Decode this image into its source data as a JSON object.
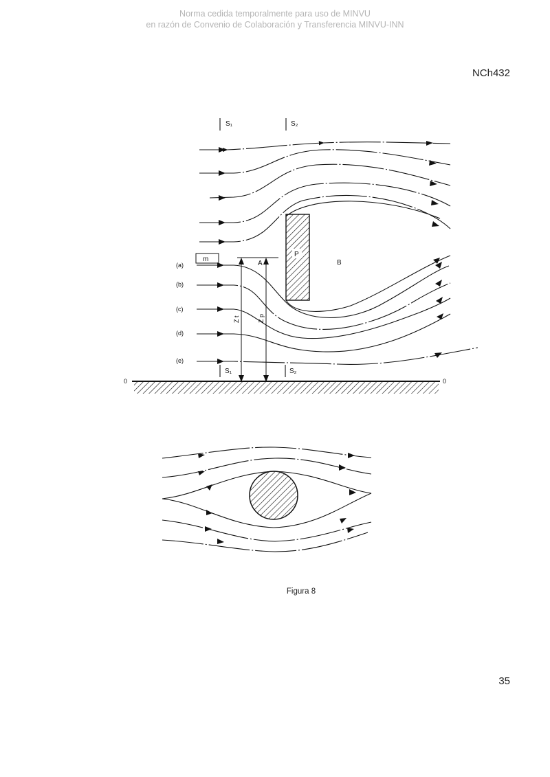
{
  "watermark": {
    "line1": "Norma cedida temporalmente para uso de MINVU",
    "line2": "en razón de Convenio de Colaboración y Transferencia MINVU-INN"
  },
  "header": {
    "doc_code": "NCh432"
  },
  "figure_top": {
    "section_top_1": "S₁",
    "section_top_2": "S₂",
    "section_bottom_1": "S₁",
    "section_bottom_2": "S₂",
    "obstacle_label": "P",
    "region_a": "A",
    "region_b": "B",
    "marker_box": "m",
    "zone_label_1": "Z t",
    "zone_label_2": "Z p",
    "ground_left": "0",
    "ground_right": "0",
    "streamline_labels": [
      "(a)",
      "(b)",
      "(c)",
      "(d)",
      "(e)"
    ]
  },
  "caption": "Figura 8",
  "footer": {
    "page_number": "35"
  }
}
